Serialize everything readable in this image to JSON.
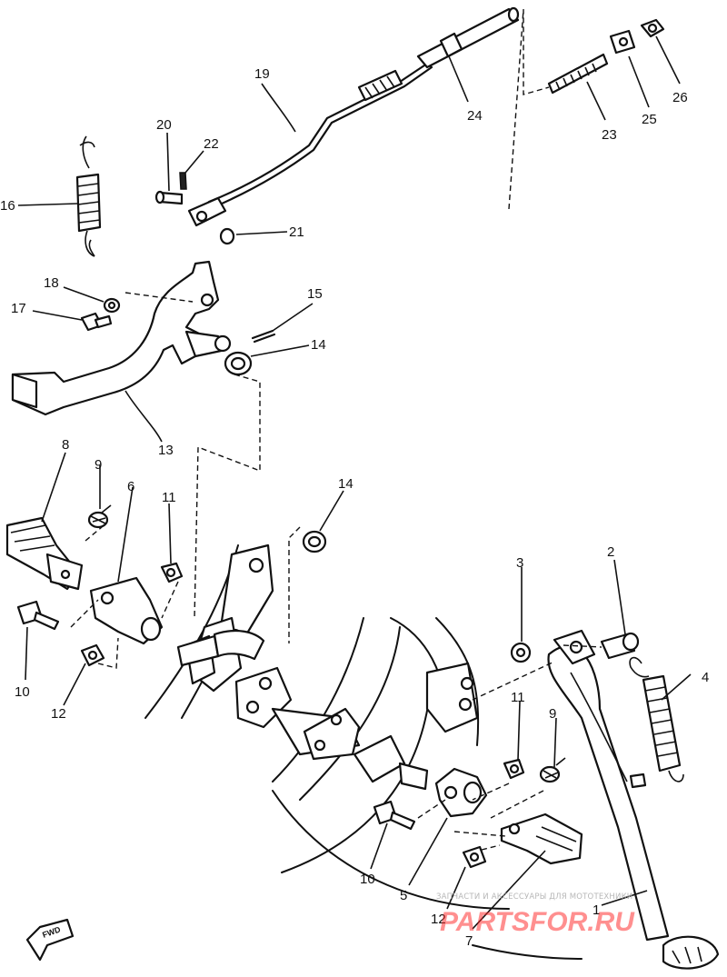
{
  "diagram": {
    "part_labels": {
      "p1": "1",
      "p2": "2",
      "p3": "3",
      "p4": "4",
      "p5": "5",
      "p6": "6",
      "p7": "7",
      "p8": "8",
      "p9a": "9",
      "p9b": "9",
      "p10a": "10",
      "p10b": "10",
      "p11a": "11",
      "p11b": "11",
      "p12a": "12",
      "p12b": "12",
      "p13": "13",
      "p14a": "14",
      "p14b": "14",
      "p15": "15",
      "p16": "16",
      "p17": "17",
      "p18": "18",
      "p19": "19",
      "p20": "20",
      "p21": "21",
      "p22": "22",
      "p23": "23",
      "p24": "24",
      "p25": "25",
      "p26": "26"
    },
    "direction_badge": "FWD",
    "watermark": {
      "caption": "ЗАПЧАСТИ И АКСЕССУАРЫ ДЛЯ МОТОТЕХНИКИ",
      "logo": "PARTSFOR.RU"
    }
  }
}
